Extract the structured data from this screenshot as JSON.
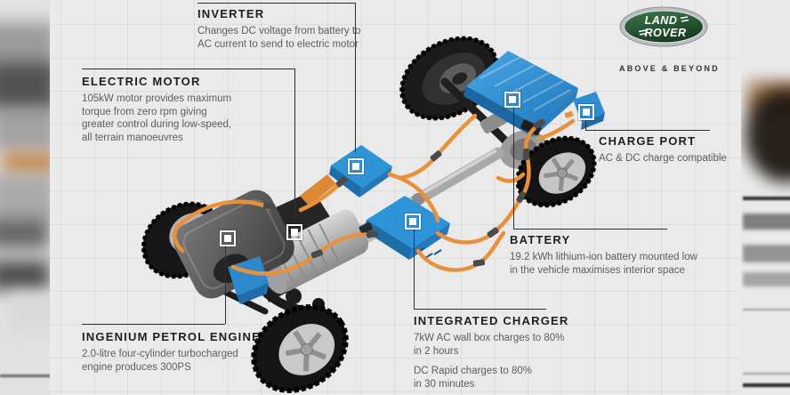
{
  "brand": {
    "logo_top": "LAND",
    "logo_bottom": "ROVER",
    "tagline": "ABOVE & BEYOND"
  },
  "callouts": {
    "inverter": {
      "title": "INVERTER",
      "lines": [
        "Changes DC voltage from battery to",
        "AC current to send to electric motor"
      ]
    },
    "electric_motor": {
      "title": "ELECTRIC MOTOR",
      "lines": [
        "105kW motor provides maximum",
        "torque from zero rpm giving",
        "greater control during low-speed,",
        "all terrain manoeuvres"
      ]
    },
    "charge_port": {
      "title": "CHARGE PORT",
      "lines": [
        "AC & DC charge compatible"
      ]
    },
    "battery": {
      "title": "BATTERY",
      "lines": [
        "19.2 kWh lithium-ion battery mounted low",
        "in the vehicle maximises interior space"
      ]
    },
    "integrated_charger": {
      "title": "INTEGRATED CHARGER",
      "lines": [
        "7kW AC wall box charges to 80%",
        "in 2 hours"
      ],
      "lines2": [
        "DC Rapid charges to 80%",
        "in 30 minutes"
      ]
    },
    "engine": {
      "title": "INGENIUM PETROL ENGINE",
      "lines": [
        "2.0-litre four-cylinder turbocharged",
        "engine produces 300PS"
      ]
    }
  },
  "colors": {
    "cable_orange": "#e8913c",
    "component_blue": "#2f93d8",
    "logo_green": "#245c33",
    "background": "#eaeaea"
  }
}
